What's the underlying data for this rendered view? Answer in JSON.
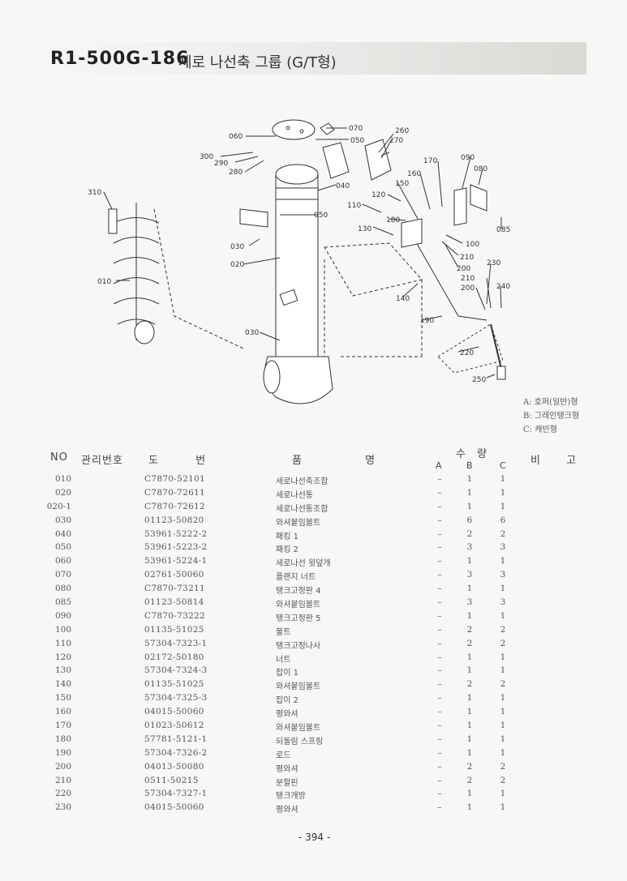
{
  "header": {
    "code": "R1-500G-186",
    "title": "세로 나선축 그룹 (G/T형)"
  },
  "diagram": {
    "callouts": [
      {
        "id": "c060",
        "label": "060"
      },
      {
        "id": "c070",
        "label": "070"
      },
      {
        "id": "c050a",
        "label": "050"
      },
      {
        "id": "c260",
        "label": "260"
      },
      {
        "id": "c270",
        "label": "270"
      },
      {
        "id": "c300",
        "label": "300"
      },
      {
        "id": "c290",
        "label": "290"
      },
      {
        "id": "c280",
        "label": "280"
      },
      {
        "id": "c170",
        "label": "170"
      },
      {
        "id": "c090",
        "label": "090"
      },
      {
        "id": "c080",
        "label": "080"
      },
      {
        "id": "c160",
        "label": "160"
      },
      {
        "id": "c150",
        "label": "150"
      },
      {
        "id": "c040",
        "label": "040"
      },
      {
        "id": "c120",
        "label": "120"
      },
      {
        "id": "c310",
        "label": "310"
      },
      {
        "id": "c110",
        "label": "110"
      },
      {
        "id": "c050b",
        "label": "050"
      },
      {
        "id": "c180",
        "label": "180"
      },
      {
        "id": "c085",
        "label": "085"
      },
      {
        "id": "c130",
        "label": "130"
      },
      {
        "id": "c100",
        "label": "100"
      },
      {
        "id": "c030a",
        "label": "030"
      },
      {
        "id": "c210a",
        "label": "210"
      },
      {
        "id": "c020",
        "label": "020"
      },
      {
        "id": "c200a",
        "label": "200"
      },
      {
        "id": "c230",
        "label": "230"
      },
      {
        "id": "c010",
        "label": "010"
      },
      {
        "id": "c210b",
        "label": "210"
      },
      {
        "id": "c240",
        "label": "240"
      },
      {
        "id": "c200b",
        "label": "200"
      },
      {
        "id": "c140",
        "label": "140"
      },
      {
        "id": "c190",
        "label": "190"
      },
      {
        "id": "c030b",
        "label": "030"
      },
      {
        "id": "c220",
        "label": "220"
      },
      {
        "id": "c250",
        "label": "250"
      }
    ]
  },
  "legend": [
    "A: 호퍼(일반)형",
    "B: 그레인탱크형",
    "C: 캐빈형"
  ],
  "table": {
    "headers": {
      "no": "NO",
      "mgmt": "관리번호",
      "drawing": "도 번",
      "name": "품 명",
      "qty": "수 량",
      "remark": "비 고",
      "a": "A",
      "b": "B",
      "c": "C"
    },
    "rows": [
      {
        "no": "010",
        "pn": "C7870-52101",
        "name": "세로나선축조합",
        "a": "–",
        "b": "1",
        "c": "1"
      },
      {
        "no": "020",
        "pn": "C7870-72611",
        "name": "세로나선통",
        "a": "–",
        "b": "1",
        "c": "1"
      },
      {
        "no": "020-1",
        "pn": "C7870-72612",
        "name": "세로나선통조합",
        "a": "–",
        "b": "1",
        "c": "1"
      },
      {
        "no": "030",
        "pn": "01123-50820",
        "name": "와셔붙임볼트",
        "a": "–",
        "b": "6",
        "c": "6"
      },
      {
        "no": "040",
        "pn": "53961-5222-2",
        "name": "패킹 1",
        "a": "–",
        "b": "2",
        "c": "2"
      },
      {
        "no": "050",
        "pn": "53961-5223-2",
        "name": "패킹 2",
        "a": "–",
        "b": "3",
        "c": "3"
      },
      {
        "no": "060",
        "pn": "53961-5224-1",
        "name": "세로나선 윗덮개",
        "a": "–",
        "b": "1",
        "c": "1"
      },
      {
        "no": "070",
        "pn": "02761-50060",
        "name": "플랜지 너트",
        "a": "–",
        "b": "3",
        "c": "3"
      },
      {
        "no": "080",
        "pn": "C7870-73211",
        "name": "탱크고정판 4",
        "a": "–",
        "b": "1",
        "c": "1"
      },
      {
        "no": "085",
        "pn": "01123-50814",
        "name": "와셔붙임볼트",
        "a": "–",
        "b": "3",
        "c": "3"
      },
      {
        "no": "090",
        "pn": "C7870-73222",
        "name": "탱크고정판 5",
        "a": "–",
        "b": "1",
        "c": "1"
      },
      {
        "no": "100",
        "pn": "01135-51025",
        "name": "볼트",
        "a": "–",
        "b": "2",
        "c": "2"
      },
      {
        "no": "110",
        "pn": "57304-7323-1",
        "name": "탱크고정나사",
        "a": "–",
        "b": "2",
        "c": "2"
      },
      {
        "no": "120",
        "pn": "02172-50180",
        "name": "너트",
        "a": "–",
        "b": "1",
        "c": "1"
      },
      {
        "no": "130",
        "pn": "57304-7324-3",
        "name": "잡이 1",
        "a": "–",
        "b": "1",
        "c": "1"
      },
      {
        "no": "140",
        "pn": "01135-51025",
        "name": "와셔붙임볼트",
        "a": "–",
        "b": "2",
        "c": "2"
      },
      {
        "no": "150",
        "pn": "57304-7325-3",
        "name": "잡이 2",
        "a": "–",
        "b": "1",
        "c": "1"
      },
      {
        "no": "160",
        "pn": "04015-50060",
        "name": "평와셔",
        "a": "–",
        "b": "1",
        "c": "1"
      },
      {
        "no": "170",
        "pn": "01023-50612",
        "name": "와셔붙임볼트",
        "a": "–",
        "b": "1",
        "c": "1"
      },
      {
        "no": "180",
        "pn": "57781-5121-1",
        "name": "되돌림 스프링",
        "a": "–",
        "b": "1",
        "c": "1"
      },
      {
        "no": "190",
        "pn": "57304-7326-2",
        "name": "로드",
        "a": "–",
        "b": "1",
        "c": "1"
      },
      {
        "no": "200",
        "pn": "04013-50080",
        "name": "평와셔",
        "a": "–",
        "b": "2",
        "c": "2"
      },
      {
        "no": "210",
        "pn": "0511-50215",
        "name": "분할핀",
        "a": "–",
        "b": "2",
        "c": "2"
      },
      {
        "no": "220",
        "pn": "57304-7327-1",
        "name": "탱크개방",
        "a": "–",
        "b": "1",
        "c": "1"
      },
      {
        "no": "230",
        "pn": "04015-50060",
        "name": "평와셔",
        "a": "–",
        "b": "1",
        "c": "1"
      }
    ]
  },
  "footer": {
    "page": "- 394 -"
  }
}
